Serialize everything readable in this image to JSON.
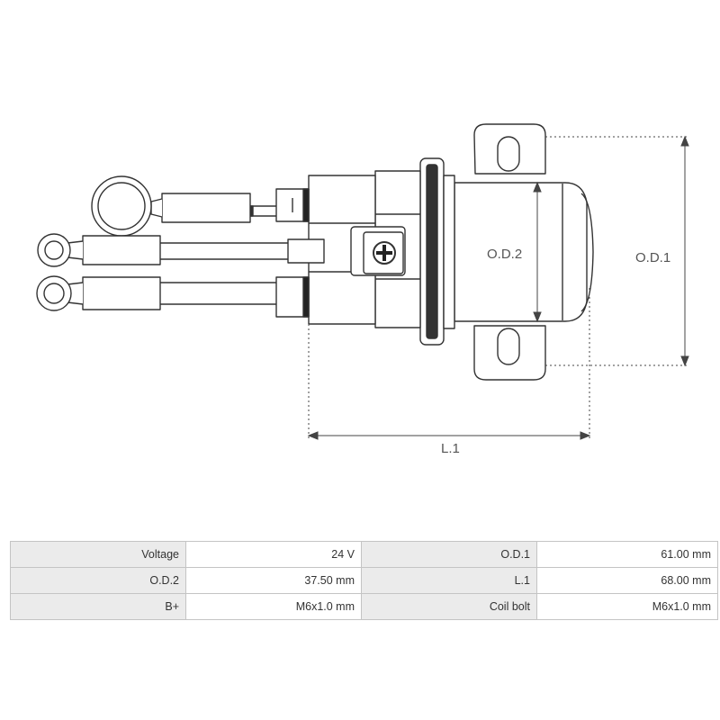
{
  "dimensions": {
    "od1_label": "O.D.1",
    "od2_label": "O.D.2",
    "l1_label": "L.1"
  },
  "specs": {
    "rows": [
      {
        "left_key": "Voltage",
        "left_value": "24 V",
        "right_key": "O.D.1",
        "right_value": "61.00 mm"
      },
      {
        "left_key": "O.D.2",
        "left_value": "37.50 mm",
        "right_key": "L.1",
        "right_value": "68.00 mm"
      },
      {
        "left_key": "B+",
        "left_value": "M6x1.0 mm",
        "right_key": "Coil bolt",
        "right_value": "M6x1.0 mm"
      }
    ]
  }
}
